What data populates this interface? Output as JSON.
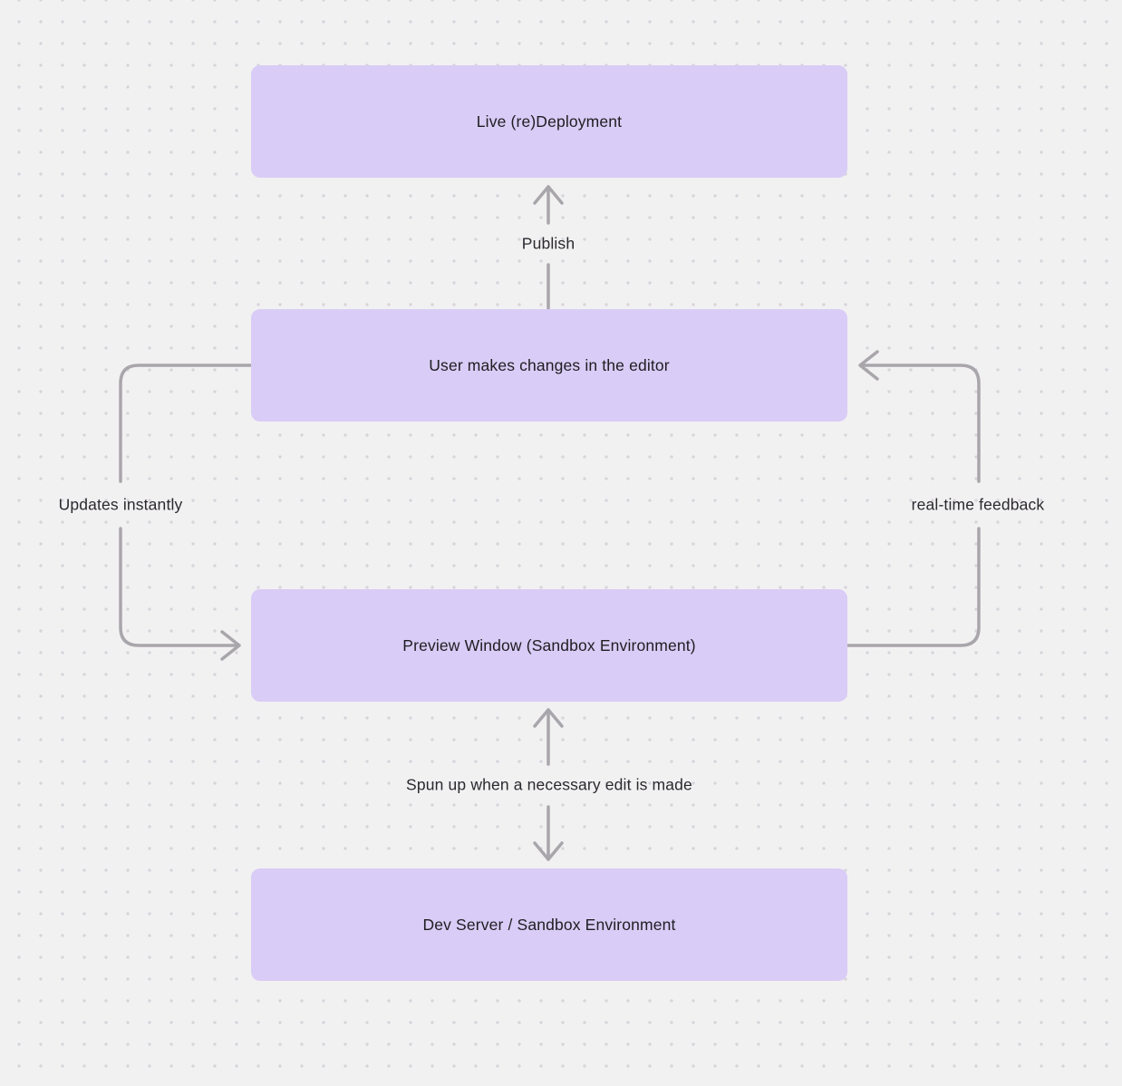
{
  "diagram": {
    "nodes": {
      "live_deployment": {
        "label": "Live (re)Deployment"
      },
      "user_changes": {
        "label": "User makes changes in the editor"
      },
      "preview_window": {
        "label": "Preview Window (Sandbox Environment)"
      },
      "dev_server": {
        "label": "Dev Server / Sandbox Environment"
      }
    },
    "edges": {
      "publish": {
        "label": "Publish",
        "from": "user_changes",
        "to": "live_deployment"
      },
      "updates_instantly": {
        "label": "Updates instantly",
        "from": "user_changes",
        "to": "preview_window"
      },
      "realtime_feedback": {
        "label": "real-time feedback",
        "from": "preview_window",
        "to": "user_changes"
      },
      "spun_up": {
        "label": "Spun up when a necessary edit is made",
        "from": "preview_window",
        "to": "dev_server",
        "bidirectional": true
      }
    },
    "colors": {
      "background": "#f2f1f2",
      "dot": "#d8d4da",
      "node_fill": "#d9ccf6",
      "arrow": "#a9a6ab",
      "text": "#1f1d22",
      "edge_label_text": "#2b292e"
    }
  }
}
